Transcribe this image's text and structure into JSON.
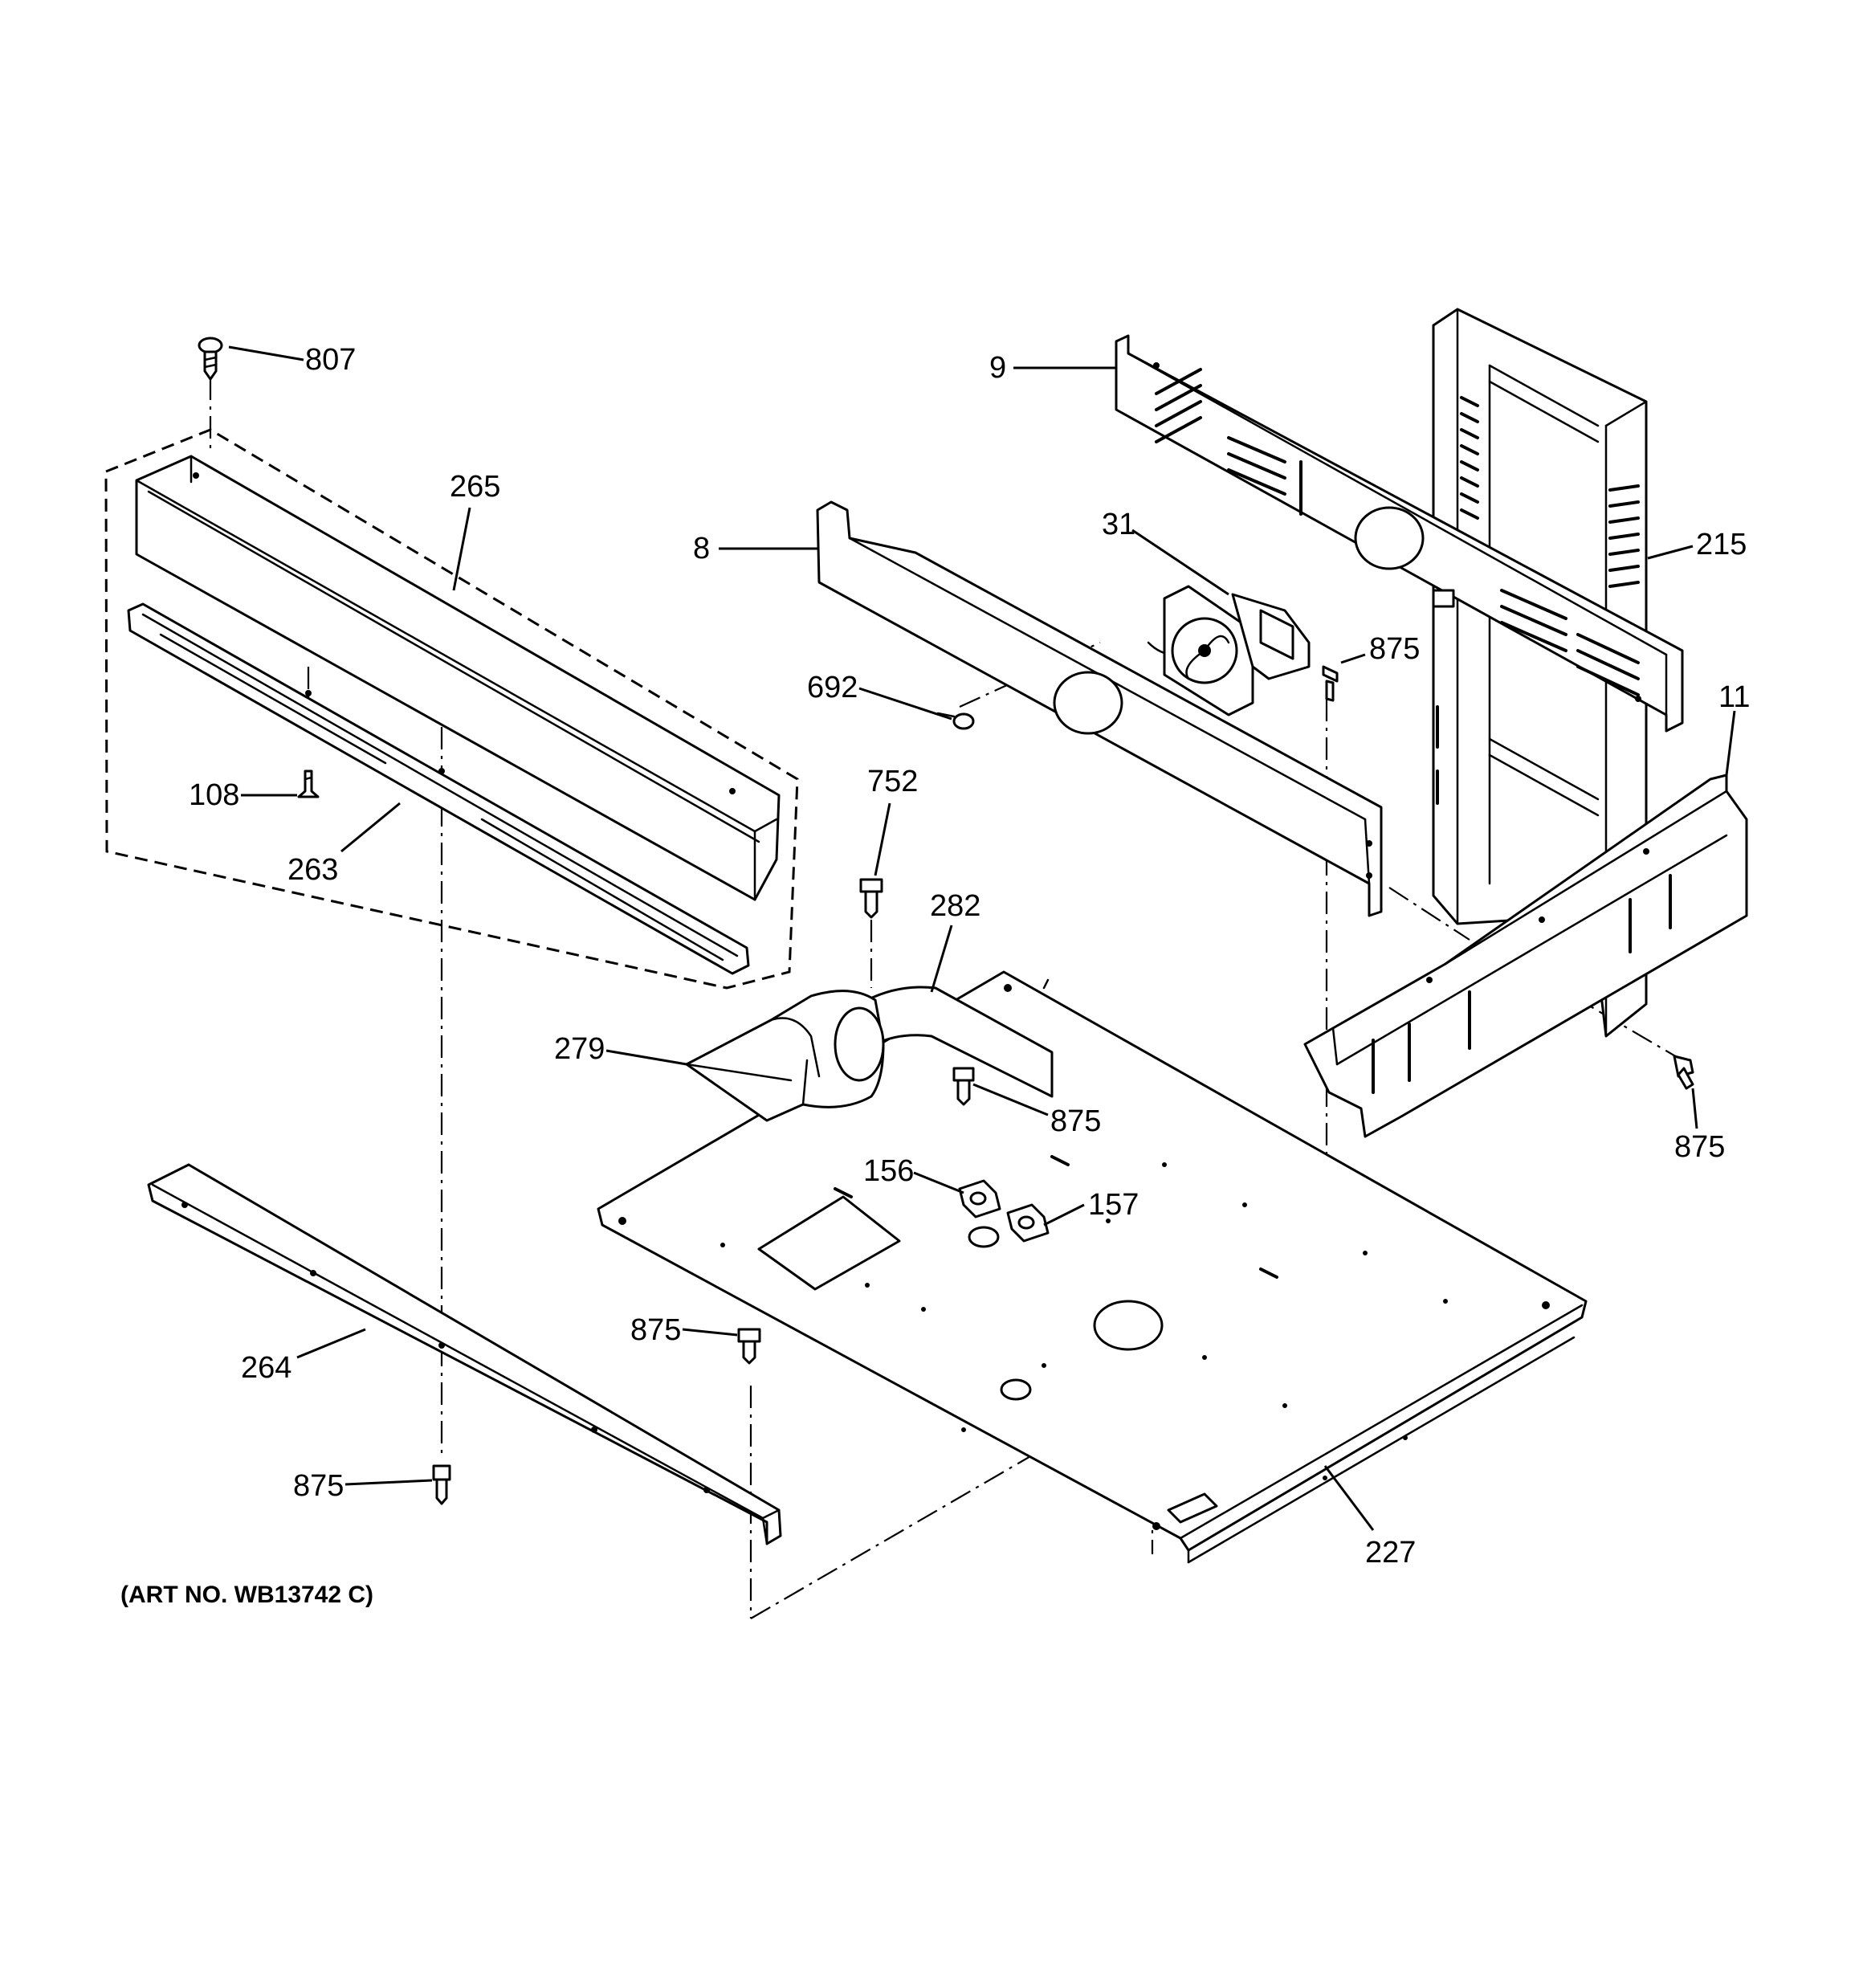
{
  "diagram": {
    "art_number": "(ART NO. WB13742 C)",
    "callouts": {
      "c807": "807",
      "c265": "265",
      "c108": "108",
      "c263": "263",
      "c9": "9",
      "c8": "8",
      "c31": "31",
      "c215": "215",
      "c875_fan": "875",
      "c692": "692",
      "c11": "11",
      "c752": "752",
      "c282": "282",
      "c279": "279",
      "c875_base": "875",
      "c875_right": "875",
      "c156": "156",
      "c157": "157",
      "c875_front": "875",
      "c264": "264",
      "c875_bottom": "875",
      "c227": "227"
    }
  }
}
